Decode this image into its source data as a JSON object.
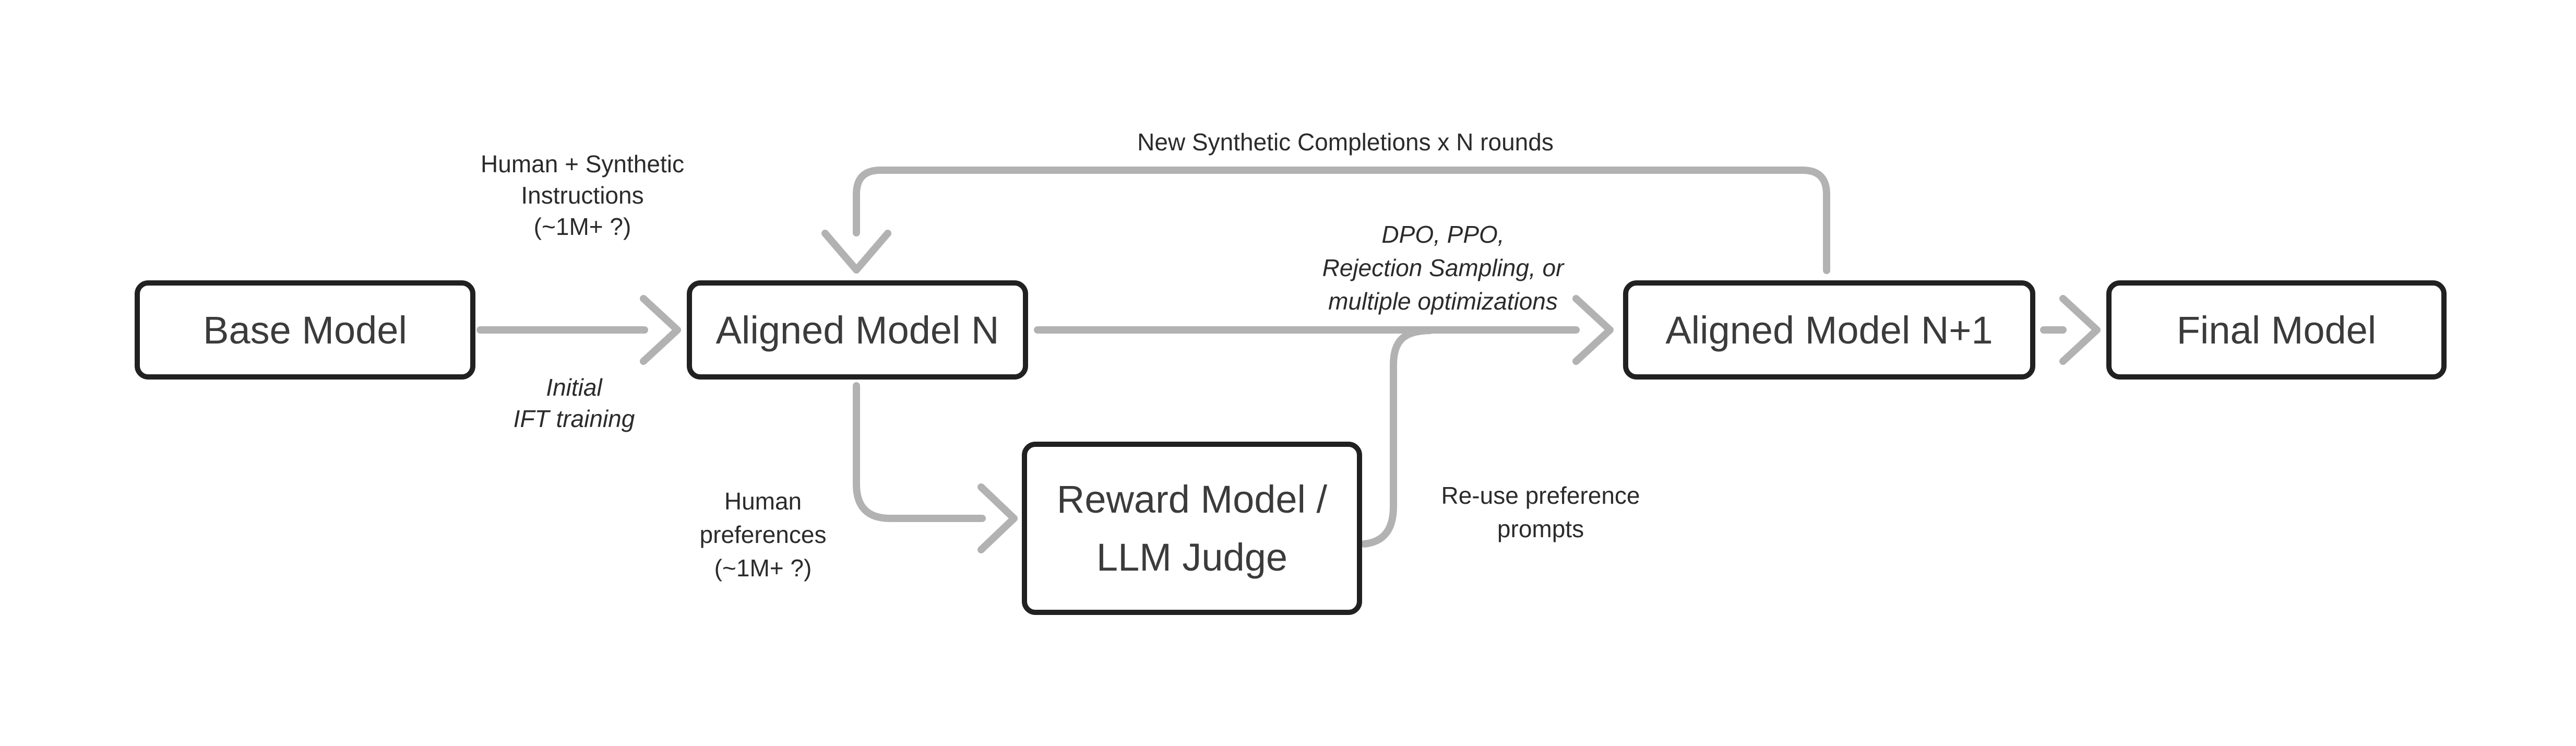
{
  "colors": {
    "arrow": "#b2b2b2",
    "box_border": "#212121",
    "box_text": "#3b3b3b",
    "note_text": "#2b2b2b",
    "background": "#ffffff"
  },
  "boxes": [
    {
      "id": "base-model",
      "label": "Base Model"
    },
    {
      "id": "aligned-model-n",
      "label": "Aligned Model N"
    },
    {
      "id": "aligned-model-n1",
      "label": "Aligned Model N+1"
    },
    {
      "id": "final-model",
      "label": "Final Model"
    },
    {
      "id": "reward-model",
      "lines": [
        "Reward Model /",
        "LLM Judge"
      ]
    }
  ],
  "notes": [
    {
      "id": "human-synthetic-instructions",
      "lines": [
        "Human + Synthetic",
        "Instructions",
        "(~1M+ ?)"
      ]
    },
    {
      "id": "initial-ift-training",
      "lines": [
        "Initial",
        "IFT training"
      ]
    },
    {
      "id": "new-synthetic-completions",
      "lines": [
        "New Synthetic Completions x N rounds"
      ]
    },
    {
      "id": "optimization-methods",
      "lines": [
        "DPO, PPO,",
        "Rejection Sampling, or",
        "multiple optimizations"
      ]
    },
    {
      "id": "human-preferences",
      "lines": [
        "Human",
        "preferences",
        "(~1M+ ?)"
      ]
    },
    {
      "id": "reuse-preference-prompts",
      "lines": [
        "Re-use preference",
        "prompts"
      ]
    }
  ]
}
